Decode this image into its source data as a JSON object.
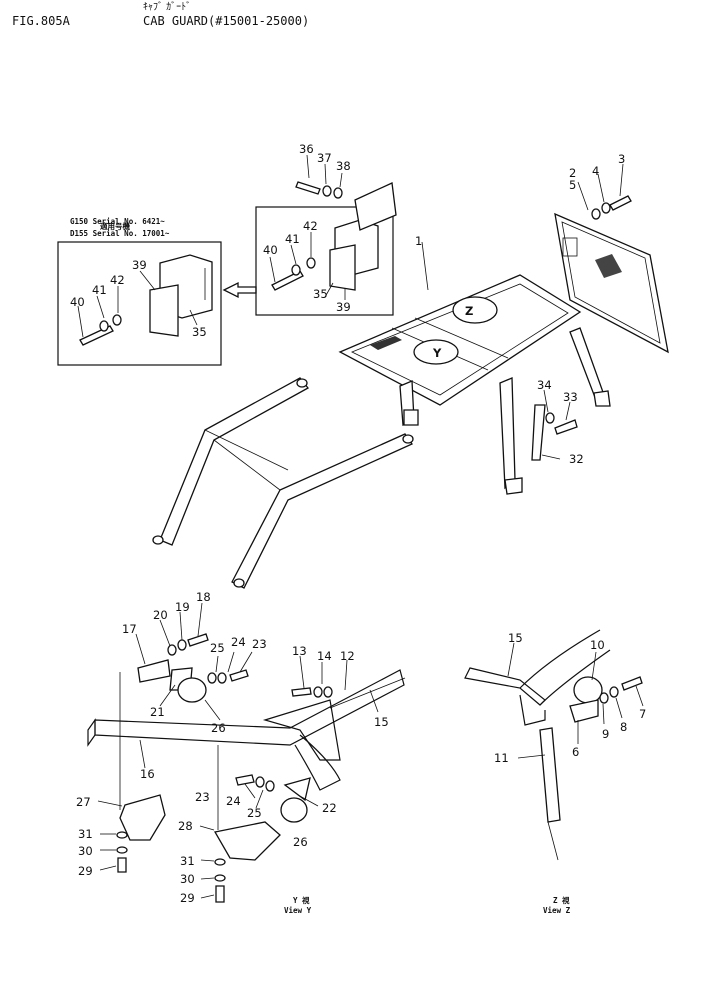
{
  "header": {
    "figure": "FIG.805A",
    "kana": "ｷｬﾌﾞ ｶﾞｰﾄﾞ",
    "title": "CAB GUARD(#15001-25000)"
  },
  "inset": {
    "heading_jp": "適用号機",
    "line1": "G150 Serial No. 6421~",
    "line2": "D155 Serial No. 17001~"
  },
  "views": {
    "y_jp": "Y 視",
    "y_en": "View Y",
    "z_jp": "Z 視",
    "z_en": "View Z"
  },
  "callouts": {
    "c1": "1",
    "c2": "2",
    "c3": "3",
    "c4": "4",
    "c5": "5",
    "c6": "6",
    "c7": "7",
    "c8": "8",
    "c9": "9",
    "c10": "10",
    "c11": "11",
    "c12": "12",
    "c13": "13",
    "c14": "14",
    "c15a": "15",
    "c15b": "15",
    "c16": "16",
    "c17": "17",
    "c18": "18",
    "c19": "19",
    "c20": "20",
    "c21": "21",
    "c22": "22",
    "c23a": "23",
    "c23b": "23",
    "c24a": "24",
    "c24b": "24",
    "c25a": "25",
    "c25b": "25",
    "c26a": "26",
    "c26b": "26",
    "c27": "27",
    "c28": "28",
    "c29a": "29",
    "c29b": "29",
    "c30a": "30",
    "c30b": "30",
    "c31a": "31",
    "c31b": "31",
    "c32": "32",
    "c33": "33",
    "c34": "34",
    "c35a": "35",
    "c35b": "35",
    "c36": "36",
    "c37": "37",
    "c38": "38",
    "c39a": "39",
    "c39b": "39",
    "c40a": "40",
    "c40b": "40",
    "c41a": "41",
    "c41b": "41",
    "c42a": "42",
    "c42b": "42"
  },
  "panel_markers": {
    "z": "Z",
    "y": "Y"
  }
}
